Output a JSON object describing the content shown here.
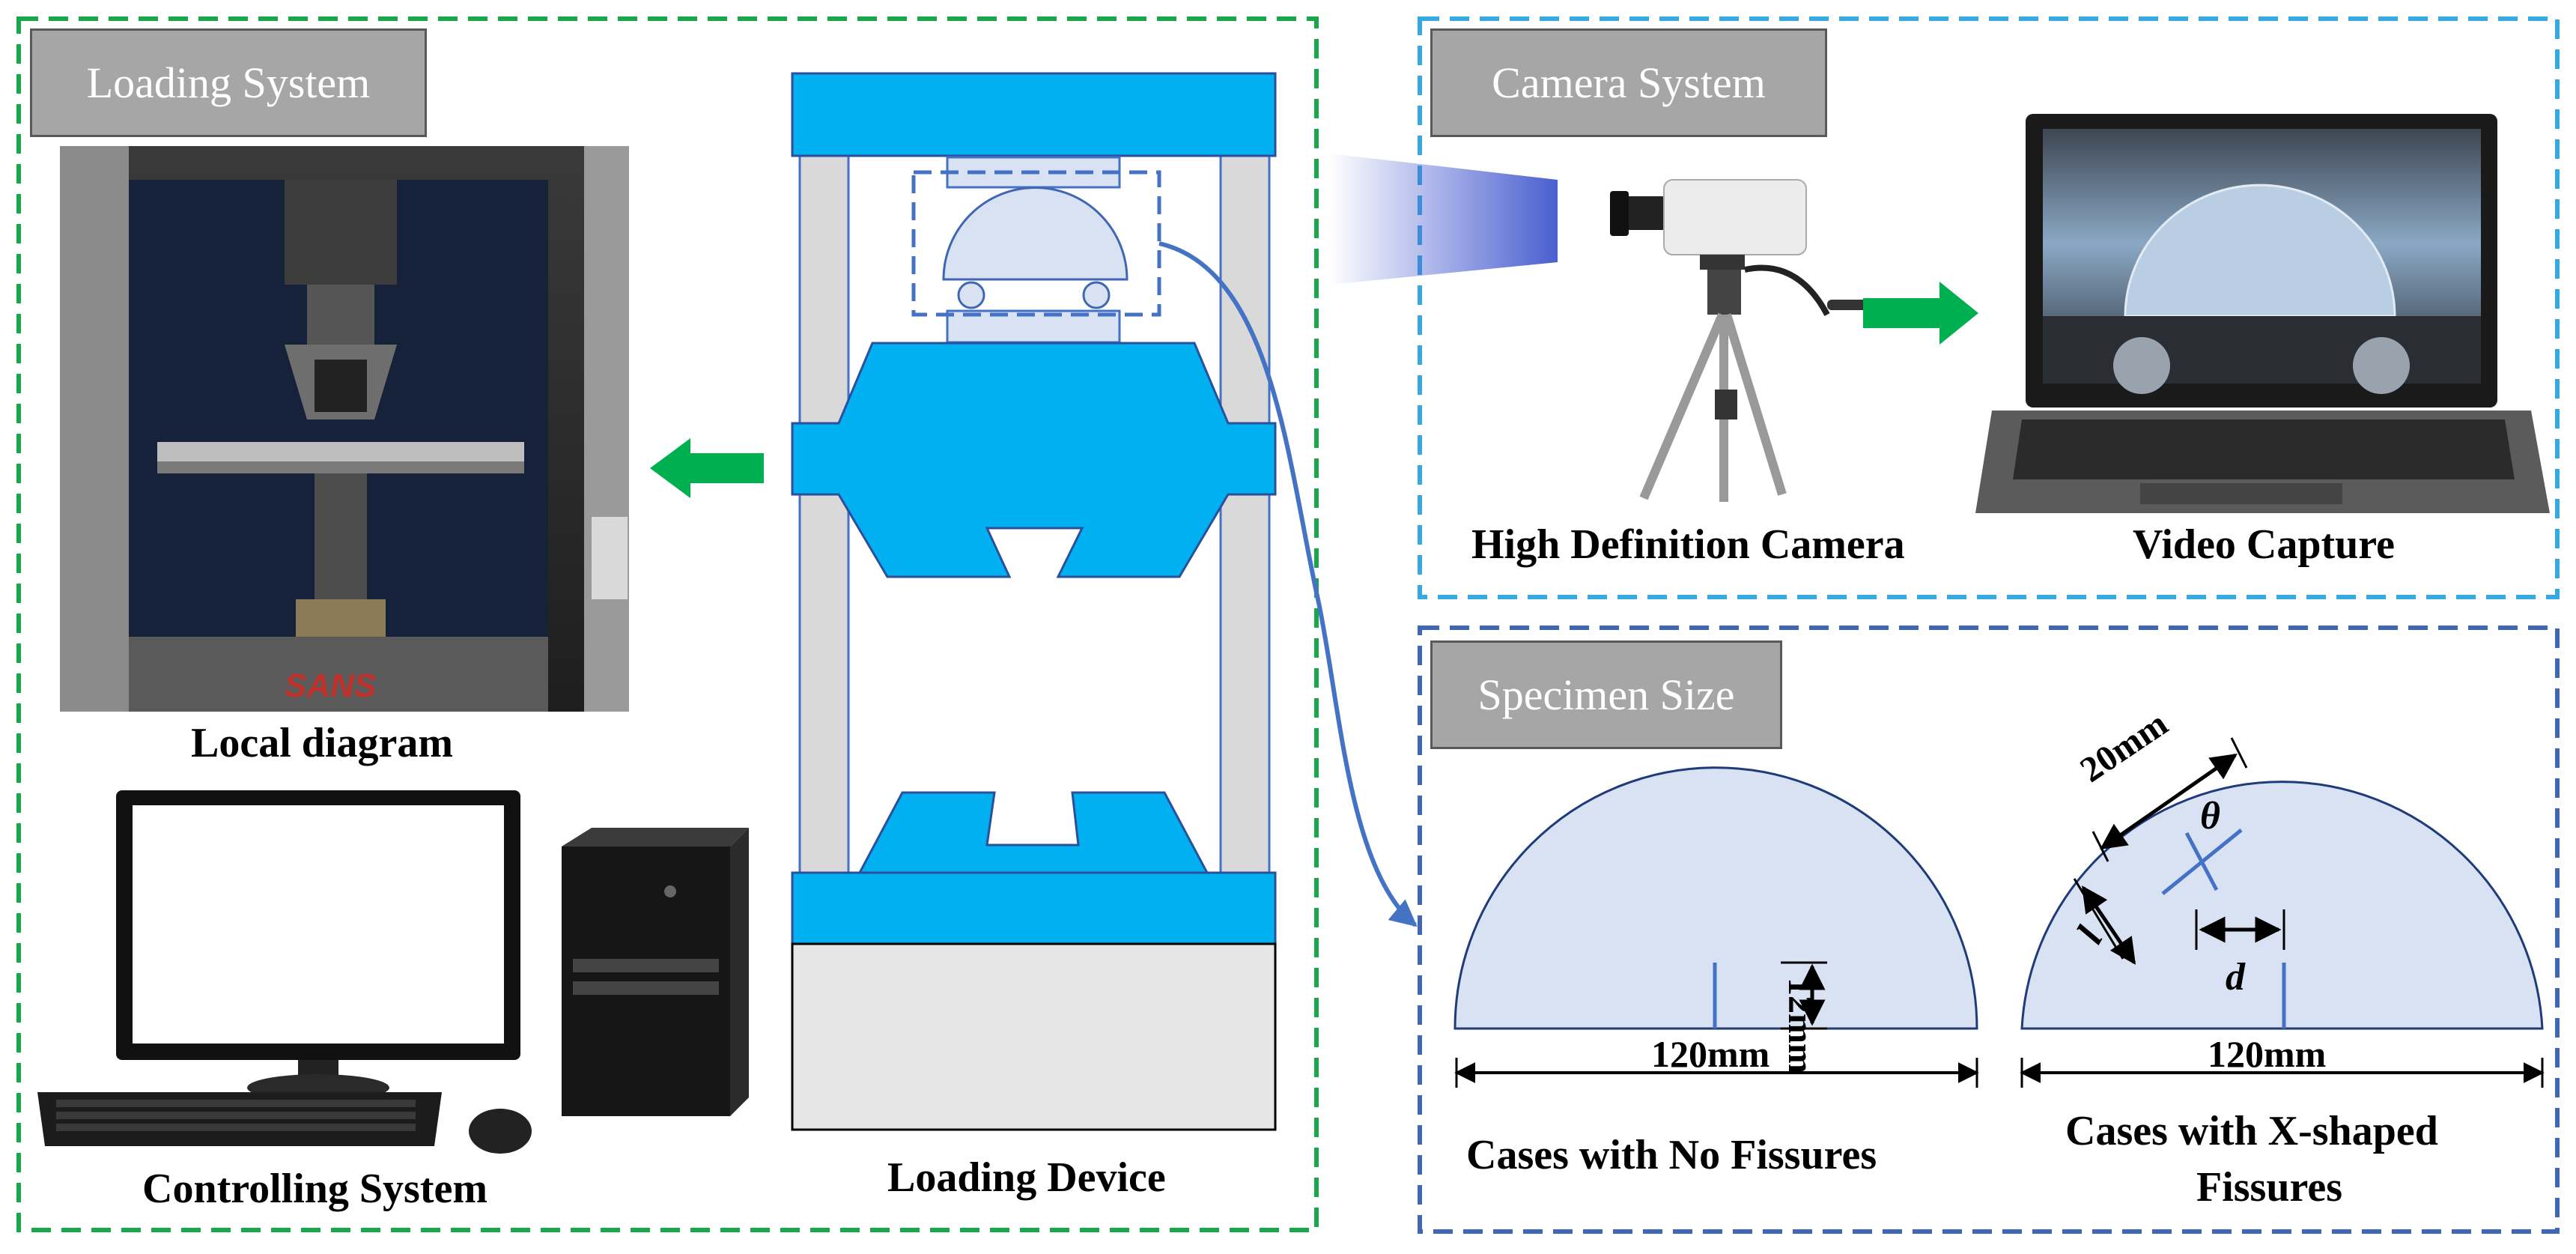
{
  "colors": {
    "loading_border": "#1aa64a",
    "camera_border": "#35a9e0",
    "specimen_border": "#3f67b3",
    "machine_blue": "#00b0f0",
    "specimen_fill": "#d9e2f3",
    "line_blue": "#4472c4",
    "arrow_green": "#00b050",
    "tag_bg": "#a6a6a6"
  },
  "loading_system": {
    "title": "Loading System",
    "local_caption": "Local diagram",
    "controlling_caption": "Controlling System",
    "device_caption": "Loading Device"
  },
  "camera_system": {
    "title": "Camera System",
    "camera_caption": "High Definition Camera",
    "capture_caption": "Video Capture"
  },
  "specimen_size": {
    "title": "Specimen Size",
    "case1": {
      "caption": "Cases with No Fissures",
      "width_label": "120mm",
      "notch_label": "12mm"
    },
    "case2": {
      "caption_line1": "Cases with X-shaped",
      "caption_line2": "Fissures",
      "width_label": "120mm",
      "diag_label": "20mm",
      "theta": "θ",
      "l": "l",
      "d": "d"
    }
  }
}
